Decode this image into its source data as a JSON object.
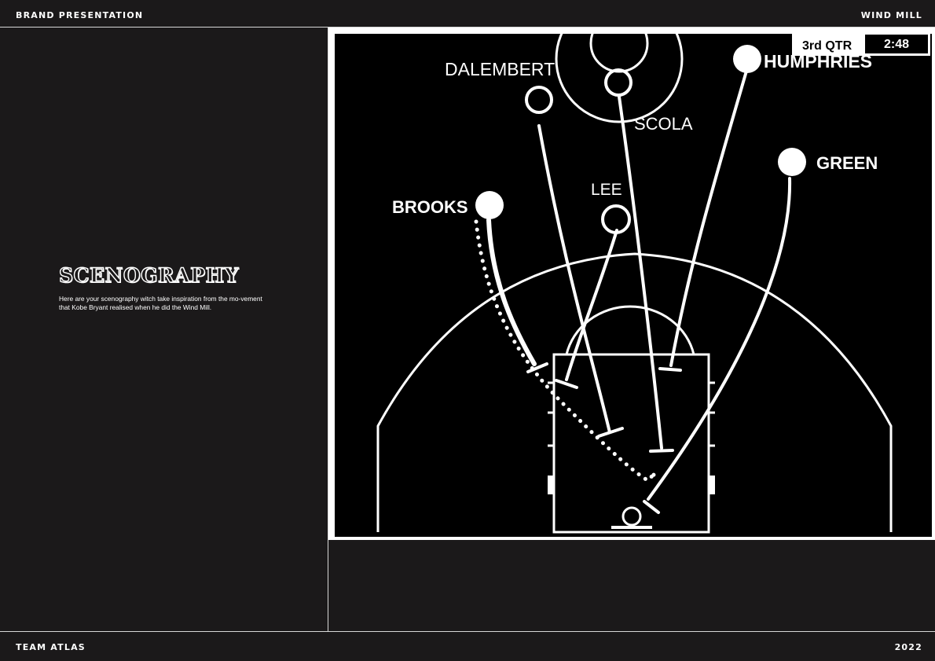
{
  "header": {
    "left": "BRAND PRESENTATION",
    "right": "WIND  MILL"
  },
  "footer": {
    "left": "TEAM ATLAS",
    "right": "2022"
  },
  "section": {
    "title": "SCENOGRAPHY",
    "description": "Here are your scenography witch take inspiration from the mo-vement that Kobe Bryant realised when he did the Wind Mill."
  },
  "scoreboard": {
    "quarter": "3rd QTR",
    "clock": "2:48"
  },
  "players": [
    {
      "name": "DALEMBERT",
      "marker": "open"
    },
    {
      "name": "SCOLA",
      "marker": "open"
    },
    {
      "name": "HUMPHRIES",
      "marker": "filled"
    },
    {
      "name": "GREEN",
      "marker": "filled"
    },
    {
      "name": "LEE",
      "marker": "open"
    },
    {
      "name": "BROOKS",
      "marker": "filled"
    }
  ],
  "colors": {
    "background": "#1b191a",
    "court": "#000000",
    "lines": "#ffffff"
  }
}
